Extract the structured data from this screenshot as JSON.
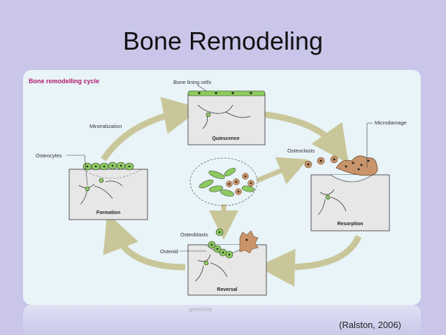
{
  "slide": {
    "title": "Bone Remodeling",
    "citation": "(Ralston, 2006)"
  },
  "diagram": {
    "heading": "Bone remodelling cycle",
    "stages": {
      "quiescence": "Quiescence",
      "resorption": "Resorption",
      "reversal": "Reversal",
      "formation": "Formation"
    },
    "labels": {
      "bone_lining_cells": "Bone lining cells",
      "mineralization": "Mineralization",
      "osteocytes": "Osteocytes",
      "osteoclasts": "Osteoclasts",
      "microdamage": "Microdamage",
      "osteoblasts": "Osteoblasts",
      "osteoid": "Osteoid"
    },
    "colors": {
      "heading": "#b0186e",
      "arrow": "#c9c79a",
      "cell_green": "#8ccb5e",
      "osteoclast": "#c9946a",
      "bone_block": "#e7e7e7"
    }
  }
}
